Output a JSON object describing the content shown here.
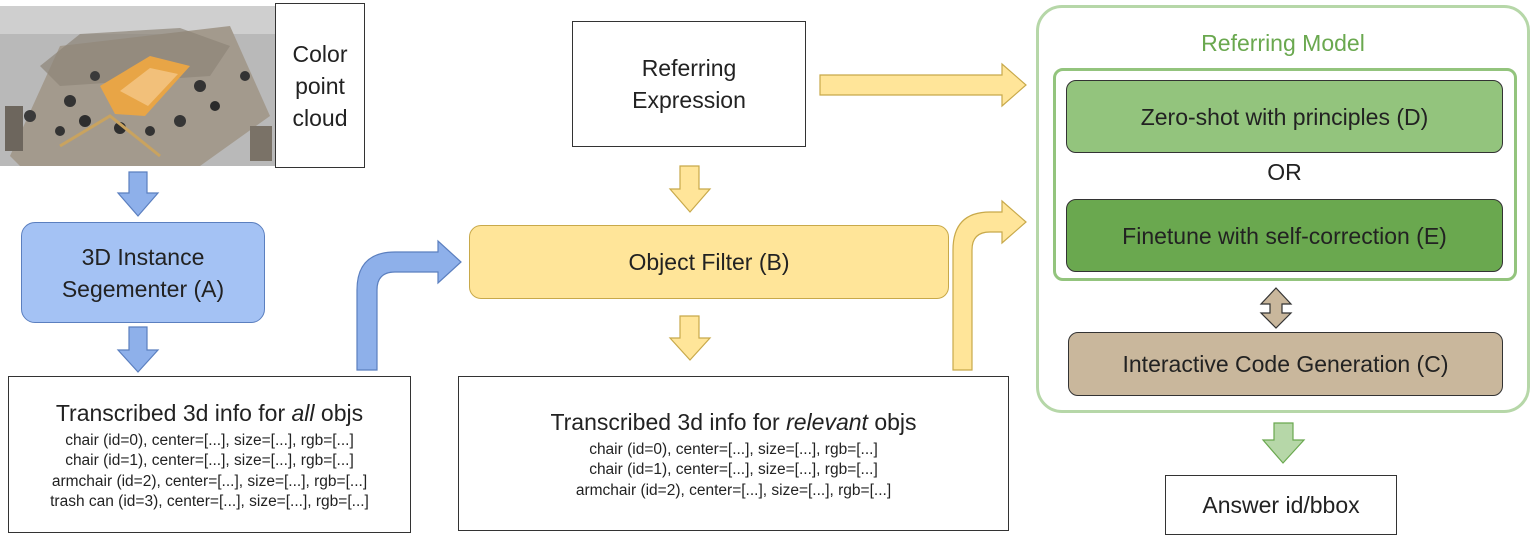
{
  "point_cloud": {
    "label_lines": [
      "Color",
      "point",
      "cloud"
    ]
  },
  "segmenter": {
    "lines": [
      "3D Instance",
      "Segementer (A)"
    ]
  },
  "all_objs": {
    "title_prefix": "Transcribed 3d info for ",
    "title_emph": "all",
    "title_suffix": " objs",
    "rows": [
      "chair (id=0), center=[...], size=[...], rgb=[...]",
      "chair (id=1), center=[...], size=[...], rgb=[...]",
      "armchair (id=2), center=[...], size=[...], rgb=[...]",
      "trash can (id=3), center=[...], size=[...], rgb=[...]"
    ]
  },
  "referring_expression": {
    "lines": [
      "Referring",
      "Expression"
    ]
  },
  "object_filter": {
    "label": "Object Filter (B)"
  },
  "relevant_objs": {
    "title_prefix": "Transcribed 3d info for ",
    "title_emph": "relevant",
    "title_suffix": " objs",
    "rows": [
      "chair (id=0), center=[...], size=[...], rgb=[...]",
      "chair (id=1), center=[...], size=[...], rgb=[...]",
      "armchair (id=2), center=[...], size=[...], rgb=[...]"
    ]
  },
  "referring_model": {
    "title": "Referring Model",
    "zero_shot": "Zero-shot with principles (D)",
    "or_label": "OR",
    "finetune": "Finetune with self-correction (E)"
  },
  "code_generation": {
    "label": "Interactive Code Generation (C)"
  },
  "answer": {
    "label": "Answer id/bbox"
  },
  "colors": {
    "blue_fill": "#a4c2f4",
    "blue_arrow": "#8eb0ea",
    "yellow_fill": "#ffe599",
    "green_light": "#93c47d",
    "green_dark": "#6aa84f",
    "green_border": "#b6d7a8",
    "tan": "#c9b79c"
  }
}
